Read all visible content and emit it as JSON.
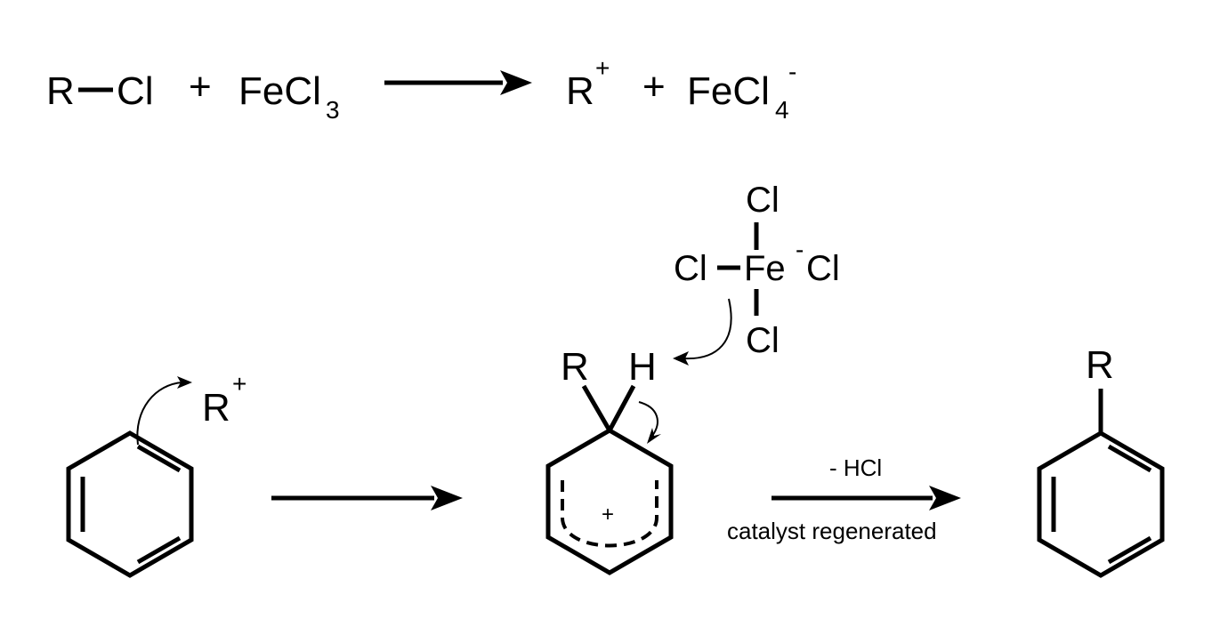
{
  "colors": {
    "ink": "#000000",
    "background": "#ffffff"
  },
  "equation1": {
    "r": "R",
    "cl": "Cl",
    "plus1": "+",
    "fecl": "FeCl",
    "sub3": "3",
    "product_r": "R",
    "product_charge": "+",
    "plus2": "+",
    "fecl4": "FeCl",
    "sub4": "4",
    "minus": "-"
  },
  "complex": {
    "cl_top": "Cl",
    "cl_left": "Cl",
    "fe": "Fe",
    "fe_charge": "-",
    "cl_right": "Cl",
    "cl_bottom": "Cl"
  },
  "step1": {
    "r": "R",
    "charge": "+"
  },
  "intermediate": {
    "r": "R",
    "h": "H",
    "charge": "+"
  },
  "step3": {
    "above": "- HCl",
    "below": "catalyst regenerated"
  },
  "product": {
    "r": "R"
  }
}
